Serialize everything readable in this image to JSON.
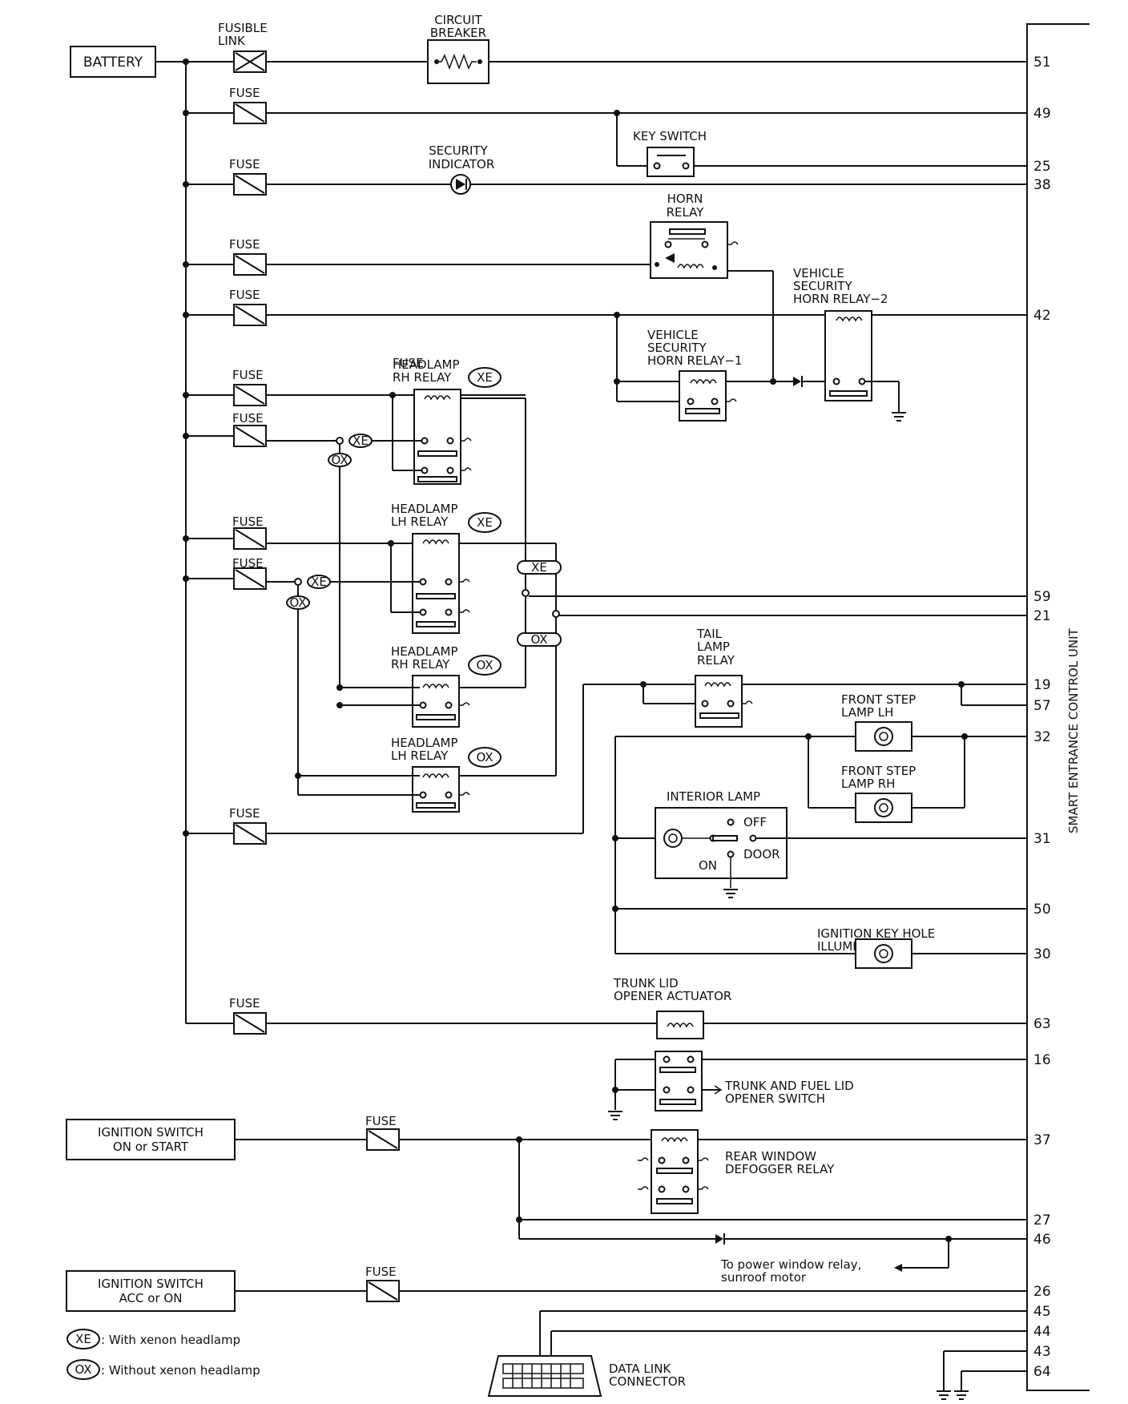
{
  "sources": {
    "battery": "BATTERY",
    "ign_on_start": [
      "IGNITION SWITCH",
      "ON or START"
    ],
    "ign_acc_on": [
      "IGNITION SWITCH",
      "ACC or ON"
    ]
  },
  "labels": {
    "fusible_link": [
      "FUSIBLE",
      "LINK"
    ],
    "fuse": "FUSE",
    "circuit_breaker": [
      "CIRCUIT",
      "BREAKER"
    ],
    "key_switch": "KEY SWITCH",
    "security_indicator": [
      "SECURITY",
      "INDICATOR"
    ],
    "horn_relay": [
      "HORN",
      "RELAY"
    ],
    "vs_horn_relay_2": [
      "VEHICLE",
      "SECURITY",
      "HORN RELAY−2"
    ],
    "vs_horn_relay_1": [
      "VEHICLE",
      "SECURITY",
      "HORN RELAY−1"
    ],
    "headlamp_rh_relay": [
      "HEADLAMP",
      "RH RELAY"
    ],
    "headlamp_lh_relay": [
      "HEADLAMP",
      "LH RELAY"
    ],
    "tail_lamp_relay": [
      "TAIL",
      "LAMP",
      "RELAY"
    ],
    "front_step_lamp_lh": [
      "FRONT STEP",
      "LAMP LH"
    ],
    "front_step_lamp_rh": [
      "FRONT STEP",
      "LAMP RH"
    ],
    "interior_lamp": "INTERIOR LAMP",
    "interior_off": "OFF",
    "interior_door": "DOOR",
    "interior_on": "ON",
    "ignition_key_hole": [
      "IGNITION KEY HOLE",
      "ILLUMINATION"
    ],
    "trunk_lid_actuator": [
      "TRUNK LID",
      "OPENER ACTUATOR"
    ],
    "trunk_fuel_switch": [
      "TRUNK AND FUEL LID",
      "OPENER SWITCH"
    ],
    "rear_defogger_relay": [
      "REAR WINDOW",
      "DEFOGGER RELAY"
    ],
    "power_window_note": [
      "To power window relay,",
      "sunroof motor"
    ],
    "data_link_connector": [
      "DATA LINK",
      "CONNECTOR"
    ],
    "control_unit": "SMART ENTRANCE CONTROL UNIT",
    "xe_tag": "XE",
    "ox_tag": "OX"
  },
  "legend": [
    {
      "tag": "XE",
      "text": ": With xenon headlamp"
    },
    {
      "tag": "OX",
      "text": ": Without xenon headlamp"
    }
  ],
  "pins": [
    "51",
    "49",
    "25",
    "38",
    "42",
    "59",
    "21",
    "19",
    "57",
    "32",
    "31",
    "50",
    "30",
    "63",
    "16",
    "37",
    "27",
    "46",
    "26",
    "45",
    "44",
    "43",
    "64"
  ]
}
